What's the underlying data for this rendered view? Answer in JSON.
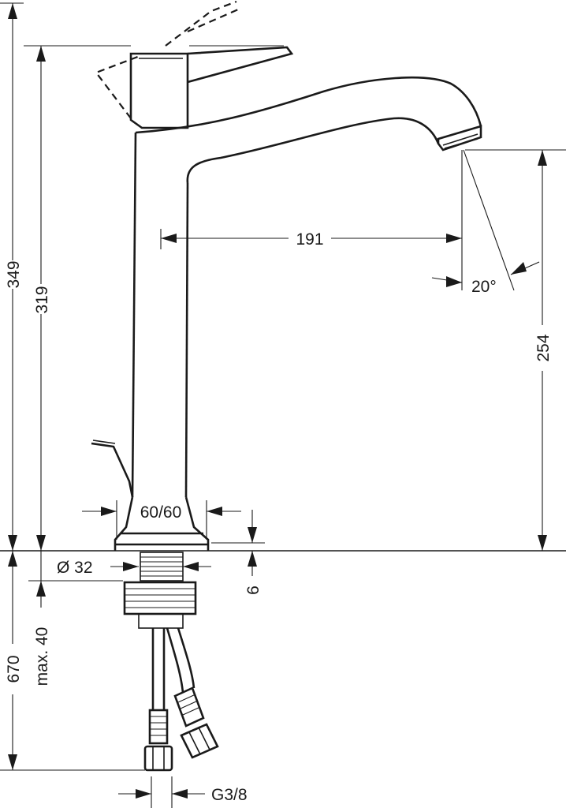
{
  "drawing": {
    "subject": "tall single-lever basin mixer technical drawing",
    "dimensions": {
      "total_height": "349",
      "spout_height": "319",
      "projection": "191",
      "spout_angle": "20°",
      "outlet_height": "254",
      "base_size": "60/60",
      "connection_diameter": "Ø 32",
      "base_plate": "6",
      "hose_length": "670",
      "max_thickness": "max. 40",
      "thread": "G3/8"
    }
  }
}
